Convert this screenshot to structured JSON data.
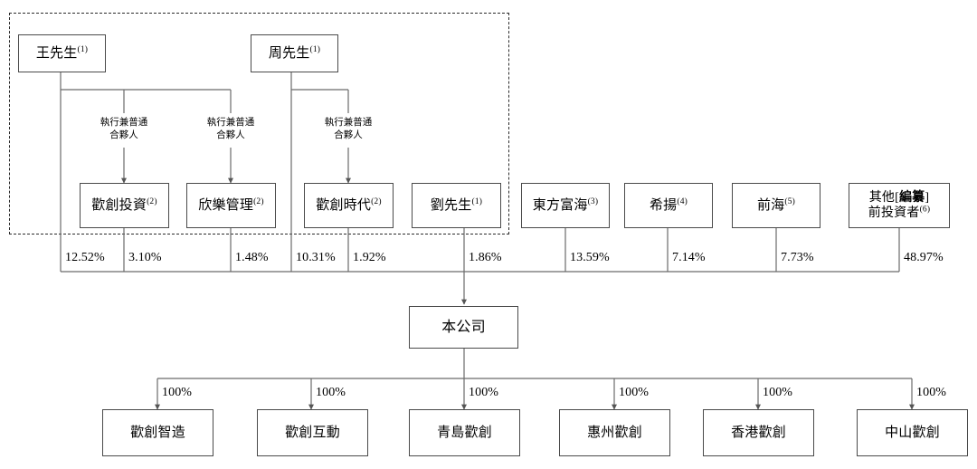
{
  "diagram": {
    "type": "org-ownership-chart",
    "company": {
      "label": "本公司"
    },
    "dashed_group": {
      "present": true
    },
    "founders": [
      {
        "id": "wang",
        "name": "王先生",
        "note": "(1)"
      },
      {
        "id": "zhou",
        "name": "周先生",
        "note": "(1)"
      }
    ],
    "role_labels": [
      {
        "id": "role-1",
        "line1": "執行兼普通",
        "line2": "合夥人"
      },
      {
        "id": "role-2",
        "line1": "執行兼普通",
        "line2": "合夥人"
      },
      {
        "id": "role-3",
        "line1": "執行兼普通",
        "line2": "合夥人"
      }
    ],
    "shareholders": [
      {
        "id": "huanchuang-touzi",
        "name": "歡創投資",
        "note": "(2)",
        "percent": "12.52%"
      },
      {
        "id": "xinle-guanli",
        "name": "欣樂管理",
        "note": "(2)",
        "percent": "3.10%"
      },
      {
        "id": "huanchuang-shidai",
        "name": "歡創時代",
        "note": "(2)",
        "percent": "10.31%"
      },
      {
        "id": "liu-xiansheng",
        "name": "劉先生",
        "note": "(1)",
        "percent": "1.86%"
      },
      {
        "id": "dongfang-fuhai",
        "name": "東方富海",
        "note": "(3)",
        "percent": "13.59%"
      },
      {
        "id": "xiyang",
        "name": "希揚",
        "note": "(4)",
        "percent": "7.14%"
      },
      {
        "id": "qianhai",
        "name": "前海",
        "note": "(5)",
        "percent": "7.73%"
      },
      {
        "id": "other-investors",
        "name_line1_pre": "其他[",
        "name_line1_emph": "編纂",
        "name_line1_post": "]",
        "name_line2": "前投資者",
        "note": "(6)",
        "percent": "48.97%"
      }
    ],
    "founder_percents": [
      {
        "id": "wang-direct",
        "percent": "12.52%"
      },
      {
        "id": "wang-second",
        "percent": "3.10%"
      },
      {
        "id": "xinle-direct",
        "percent": "1.48%"
      },
      {
        "id": "zhou-direct",
        "percent": "10.31%"
      },
      {
        "id": "zhou-second",
        "percent": "1.92%"
      },
      {
        "id": "liu-direct",
        "percent": "1.86%"
      }
    ],
    "percent_row": [
      {
        "id": "p-12-52",
        "percent": "12.52%"
      },
      {
        "id": "p-3-10",
        "percent": "3.10%"
      },
      {
        "id": "p-1-48",
        "percent": "1.48%"
      },
      {
        "id": "p-10-31",
        "percent": "10.31%"
      },
      {
        "id": "p-1-92",
        "percent": "1.92%"
      },
      {
        "id": "p-1-86",
        "percent": "1.86%"
      },
      {
        "id": "p-13-59",
        "percent": "13.59%"
      },
      {
        "id": "p-7-14",
        "percent": "7.14%"
      },
      {
        "id": "p-7-73",
        "percent": "7.73%"
      },
      {
        "id": "p-48-97",
        "percent": "48.97%"
      }
    ],
    "subsidiaries": [
      {
        "id": "huanchuang-zhizao",
        "name": "歡創智造",
        "percent": "100%"
      },
      {
        "id": "huanchuang-hudong",
        "name": "歡創互動",
        "percent": "100%"
      },
      {
        "id": "qingdao-huanchuang",
        "name": "青島歡創",
        "percent": "100%"
      },
      {
        "id": "huizhou-huanchuang",
        "name": "惠州歡創",
        "percent": "100%"
      },
      {
        "id": "hongkong-huanchuang",
        "name": "香港歡創",
        "percent": "100%"
      },
      {
        "id": "zhongshan-huanchuang",
        "name": "中山歡創",
        "percent": "100%"
      }
    ],
    "colors": {
      "box_border": "#4a4a4a",
      "line": "#6b6b6b",
      "dashed": "#2b2b2b",
      "text": "#000000",
      "background": "#ffffff"
    }
  }
}
